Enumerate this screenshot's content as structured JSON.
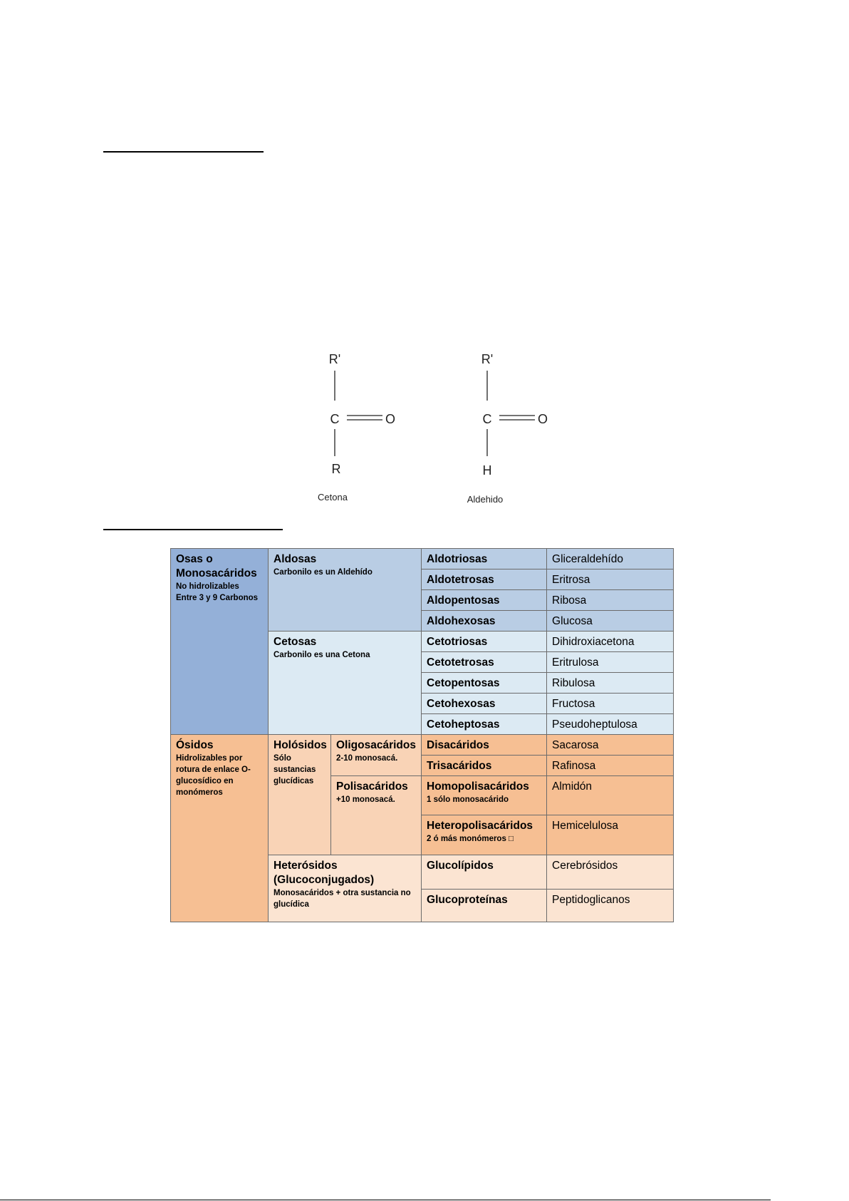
{
  "molecules": {
    "ketone": {
      "top": "R'",
      "center": "C",
      "right": "O",
      "bottom": "R",
      "caption": "Cetona"
    },
    "aldehyde": {
      "top": "R'",
      "center": "C",
      "right": "O",
      "bottom": "H",
      "caption": "Aldehido"
    }
  },
  "table": {
    "colors": {
      "osas": "#94b0d8",
      "aldosas": "#b9cde4",
      "cetosas": "#dceaf3",
      "osidos": "#f6bf93",
      "holosidos": "#f9d3b6",
      "heterosidos": "#fbe4d2",
      "border": "#6b6b6b"
    },
    "osas": {
      "title": "Osas o Monosacáridos",
      "desc1": "No hidrolizables",
      "desc2": "Entre 3 y 9 Carbonos"
    },
    "aldosas": {
      "title": "Aldosas",
      "desc": "Carbonilo es un Aldehído",
      "rows": [
        {
          "type": "Aldotriosas",
          "example": "Gliceraldehído"
        },
        {
          "type": "Aldotetrosas",
          "example": "Eritrosa"
        },
        {
          "type": "Aldopentosas",
          "example": "Ribosa"
        },
        {
          "type": "Aldohexosas",
          "example": "Glucosa"
        }
      ]
    },
    "cetosas": {
      "title": "Cetosas",
      "desc": "Carbonilo es una Cetona",
      "rows": [
        {
          "type": "Cetotriosas",
          "example": "Dihidroxiacetona"
        },
        {
          "type": "Cetotetrosas",
          "example": "Eritrulosa"
        },
        {
          "type": "Cetopentosas",
          "example": "Ribulosa"
        },
        {
          "type": "Cetohexosas",
          "example": "Fructosa"
        },
        {
          "type": "Cetoheptosas",
          "example": "Pseudoheptulosa"
        }
      ]
    },
    "osidos": {
      "title": "Ósidos",
      "desc": "Hidrolizables por rotura de enlace O-glucosídico en monómeros"
    },
    "holosidos": {
      "title": "Holósidos",
      "desc": "Sólo sustancias glucídicas"
    },
    "oligosacaridos": {
      "title": "Oligosacáridos",
      "desc": "2-10  monosacá.",
      "rows": [
        {
          "type": "Disacáridos",
          "example": "Sacarosa"
        },
        {
          "type": "Trisacáridos",
          "example": "Rafinosa"
        }
      ]
    },
    "polisacaridos": {
      "title": "Polisacáridos",
      "desc": "+10 monosacá.",
      "rows": [
        {
          "type": "Homopolisacáridos",
          "sub": "1 sólo monosacárido",
          "example": "Almidón"
        },
        {
          "type": "Heteropolisacáridos",
          "sub": "2 ó más monómeros □",
          "example": "Hemicelulosa"
        }
      ]
    },
    "heterosidos": {
      "title1": "Heterósidos",
      "title2": "(Glucoconjugados)",
      "desc": "Monosacáridos + otra sustancia no glucídica",
      "rows": [
        {
          "type": "Glucolípidos",
          "example": "Cerebrósidos"
        },
        {
          "type": "Glucoproteínas",
          "example": "Peptidoglicanos"
        }
      ]
    }
  }
}
